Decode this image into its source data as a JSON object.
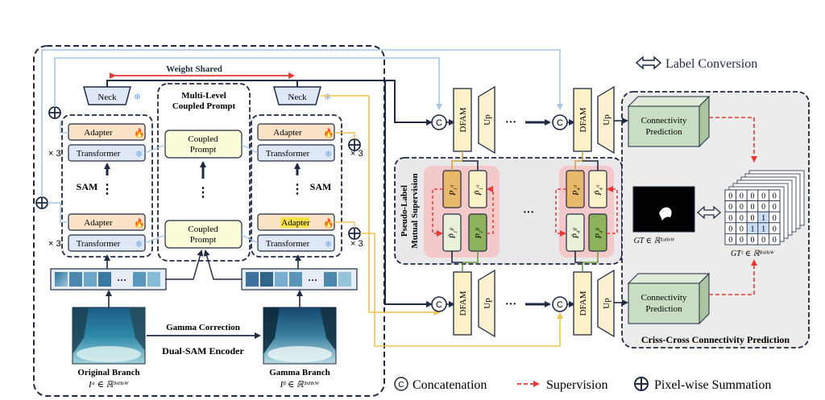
{
  "legend": {
    "label_conversion": "Label Conversion",
    "concatenation": "Concatenation",
    "supervision": "Supervision",
    "pixel_summation": "Pixel-wise Summation",
    "concat_symbol": "C"
  },
  "encoder": {
    "weight_shared": "Weight Shared",
    "neck": "Neck",
    "adapter": "Adapter",
    "transformer": "Transformer",
    "repeat": "× 3",
    "sam": "SAM",
    "coupled_prompt_title_1": "Multi-Level",
    "coupled_prompt_title_2": "Coupled Prompt",
    "coupled_1": "Coupled",
    "coupled_2": "Prompt",
    "gamma_correction": "Gamma Correction",
    "dual_sam": "Dual-SAM Encoder",
    "original_branch": "Original Branch",
    "original_formula": "Iᵅ ∈ ℝ³ˣᴴˣᵂ",
    "gamma_branch": "Gamma Branch",
    "gamma_formula": "Iᵝ ∈ ℝ³ˣᴴˣᵂ",
    "dots": "⋮",
    "ellipsis": "···"
  },
  "decoder": {
    "dfam": "DFAM",
    "up": "Up",
    "pseudo_title_1": "Pseudo-Label",
    "pseudo_title_2": "Mutual Supervision",
    "p_alpha_1": "P₁ᵅ",
    "p_alpha_1_tilde": "P̃₁ᵅ",
    "p_beta_1_tilde": "P̃₁ᵝ",
    "p_beta_1": "P₁ᵝ",
    "p_alpha_4": "P₄ᵅ",
    "p_alpha_4_tilde": "P̃₄ᵅ",
    "p_beta_4_tilde": "P̃₄ᵝ",
    "p_beta_4": "P₄ᵝ",
    "ellipsis": "···"
  },
  "connectivity": {
    "title": "Criss-Cross Connectivity Prediction",
    "prediction_1": "Connectivity",
    "prediction_2": "Prediction",
    "gt_formula": "GT ∈ ℝ¹ˣᴴˣᵂ",
    "gtc_formula": "GTᶜ ∈ ℝ⁸ˣᴴˣᵂ",
    "grid": [
      [
        "0",
        "0",
        "0",
        "0",
        "0"
      ],
      [
        "0",
        "0",
        "0",
        "0",
        "0"
      ],
      [
        "0",
        "0",
        "0",
        "1",
        "0"
      ],
      [
        "0",
        "0",
        "1",
        "1",
        "0"
      ],
      [
        "0",
        "0",
        "0",
        "0",
        "0"
      ]
    ]
  },
  "colors": {
    "border": "#1f2a44",
    "encoder_bg": "#f2f5fa",
    "adapter_fill": "#fbe3c8",
    "transformer_fill": "#dfe8f6",
    "prompt_fill": "#fbfbd8",
    "dfam_fill": "#fdf1c8",
    "up_fill": "#fbf0d0",
    "pseudo_bg": "#e9e9ec",
    "pink": "#f4c9c9",
    "orange_box": "#e7b86a",
    "green_box": "#8db35c",
    "light_blue": "#a9c6e6",
    "yellow_line": "#f0c24f",
    "red": "#e53935",
    "cube_face": "#c9ddc2",
    "cube_top": "#e0ecd9",
    "cube_side": "#a9c6a1"
  }
}
